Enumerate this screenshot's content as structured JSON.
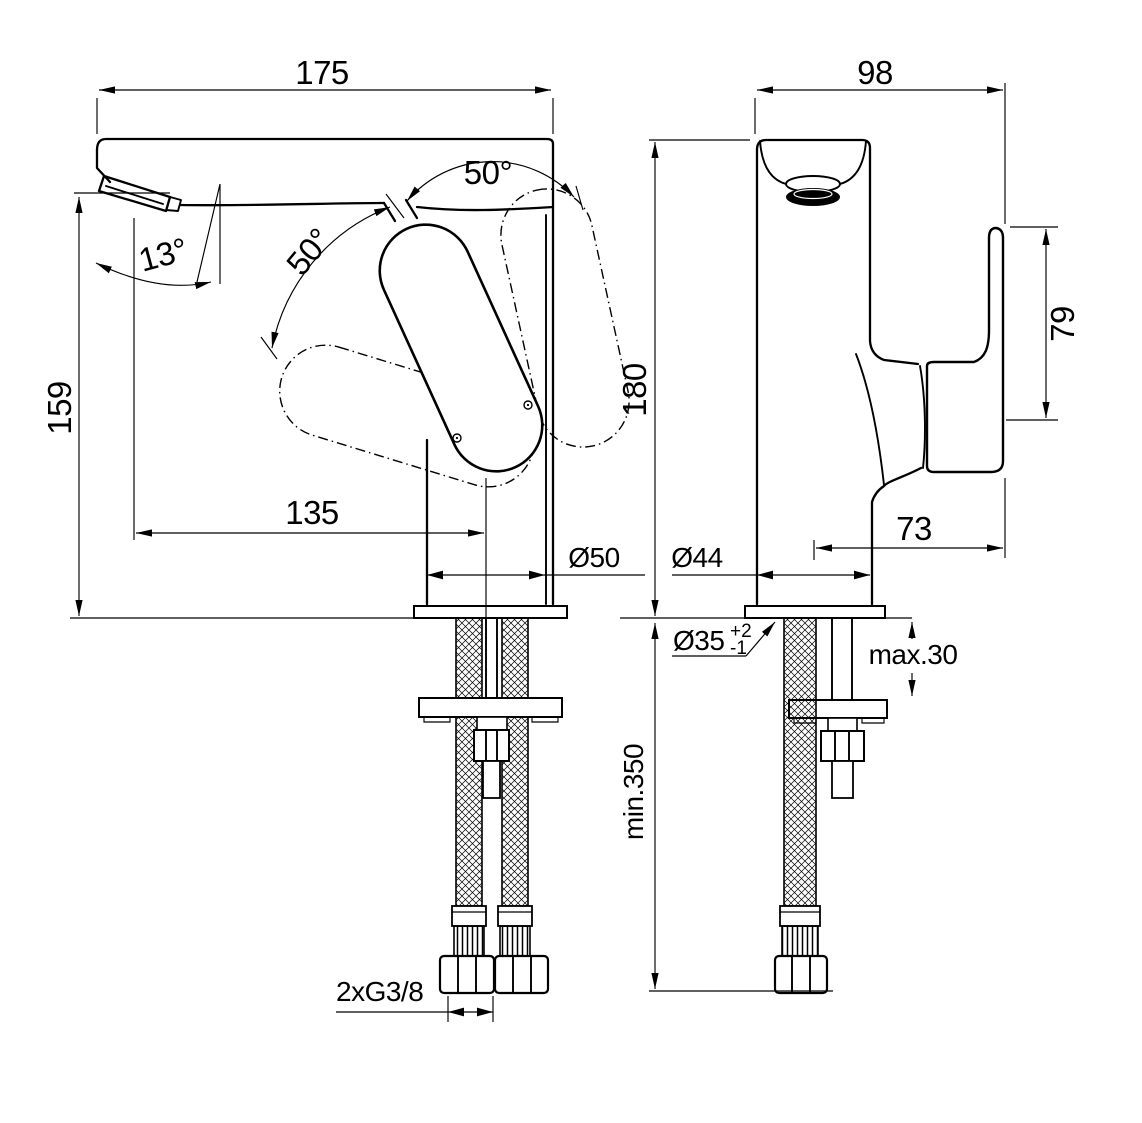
{
  "drawing": {
    "type": "technical-dimensional-drawing",
    "product": "single-lever basin mixer tap",
    "background_color": "#ffffff",
    "line_color": "#000000",
    "views": {
      "side": {
        "name": "side view",
        "dims": {
          "overall_width": "175",
          "spout_height": "159",
          "spout_reach": "135",
          "aerator_angle": "13°",
          "handle_arc_open": "50°",
          "handle_arc_travel": "50°",
          "base_diameter": "Ø50",
          "supply_connection": "2xG3/8"
        }
      },
      "front": {
        "name": "front view",
        "dims": {
          "overall_depth": "98",
          "body_height": "180",
          "body_diameter": "Ø44",
          "handle_height": "79",
          "handle_reach": "73",
          "hole_diameter": "Ø35",
          "hole_tol_plus": "+2",
          "hole_tol_minus": "-1",
          "max_deck_thickness": "max.30",
          "min_clearance": "min.350"
        }
      }
    }
  }
}
